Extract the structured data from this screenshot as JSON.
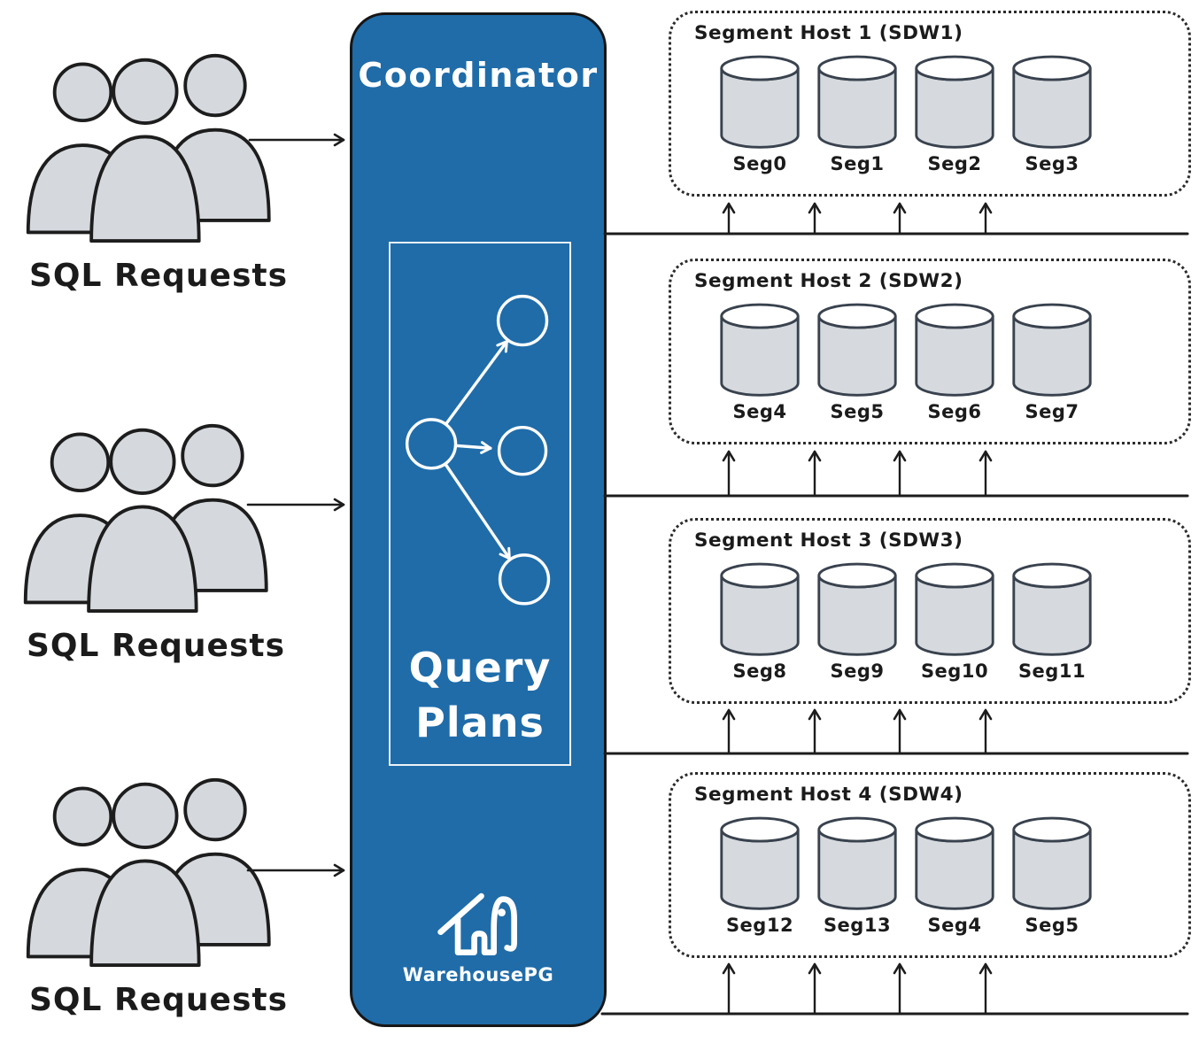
{
  "clients": [
    {
      "label": "SQL Requests"
    },
    {
      "label": "SQL Requests"
    },
    {
      "label": "SQL Requests"
    }
  ],
  "coordinator": {
    "title": "Coordinator",
    "query_plans": {
      "line1": "Query",
      "line2": "Plans"
    },
    "logo_text": "WarehousePG"
  },
  "segment_hosts": [
    {
      "title": "Segment Host 1 (SDW1)",
      "segments": [
        "Seg0",
        "Seg1",
        "Seg2",
        "Seg3"
      ]
    },
    {
      "title": "Segment Host 2 (SDW2)",
      "segments": [
        "Seg4",
        "Seg5",
        "Seg6",
        "Seg7"
      ]
    },
    {
      "title": "Segment Host 3 (SDW3)",
      "segments": [
        "Seg8",
        "Seg9",
        "Seg10",
        "Seg11"
      ]
    },
    {
      "title": "Segment Host 4 (SDW4)",
      "segments": [
        "Seg12",
        "Seg13",
        "Seg4",
        "Seg5"
      ]
    }
  ],
  "colors": {
    "coordinator_blue": "#1f6ca9",
    "outline_dark": "#1c1c1c",
    "cylinder_fill": "#d6dade",
    "cylinder_top": "#ffffff",
    "people_fill": "#d5d9de",
    "white": "#ffffff"
  }
}
